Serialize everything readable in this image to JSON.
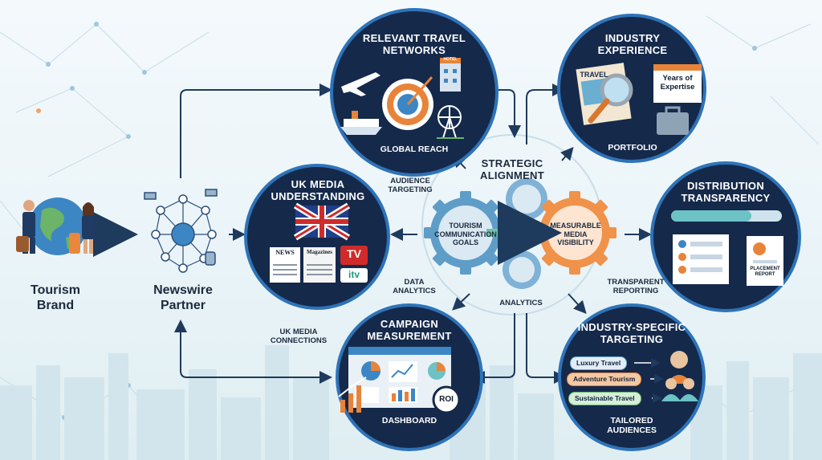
{
  "start": {
    "title": "Tourism\nBrand"
  },
  "partner": {
    "title": "Newswire\nPartner"
  },
  "center": {
    "title": "STRATEGIC\nALIGNMENT",
    "left_gear": "TOURISM\nCOMMUNICATION\nGOALS",
    "right_gear": "MEASURABLE\nMEDIA\nVISIBILITY",
    "bottom": "ANALYTICS"
  },
  "nodes": {
    "networks": {
      "title": "RELEVANT TRAVEL\nNETWORKS",
      "footer": "GLOBAL REACH",
      "badge": "HOTEL"
    },
    "experience": {
      "title": "INDUSTRY\nEXPERIENCE",
      "footer": "PORTFOLIO",
      "magazine": "TRAVEL",
      "years": "Years of\nExpertise"
    },
    "uk_media": {
      "title": "UK MEDIA\nUNDERSTANDING",
      "news": "NEWS",
      "magazines": "Magazines",
      "tv": "TV",
      "itv": "itv"
    },
    "distribution": {
      "title": "DISTRIBUTION\nTRANSPARENCY",
      "report": "PLACEMENT\nREPORT"
    },
    "campaign": {
      "title": "CAMPAIGN\nMEASUREMENT",
      "footer": "DASHBOARD",
      "roi": "ROI"
    },
    "targeting": {
      "title": "INDUSTRY-SPECIFIC\nTARGETING",
      "footer": "TAILORED\nAUDIENCES",
      "pills": [
        "Luxury Travel",
        "Adventure Tourism",
        "Sustainable Travel"
      ]
    }
  },
  "edge_labels": {
    "audience": "AUDIENCE\nTARGETING",
    "data": "DATA\nANALYTICS",
    "uk_connections": "UK MEDIA\nCONNECTIONS",
    "transparent": "TRANSPARENT\nREPORTING"
  },
  "colors": {
    "navy": "#15294b",
    "accent_blue": "#2e73b8",
    "gear_blue": "#5f9dc9",
    "gear_orange": "#f0924a",
    "arrow": "#1e3a5c"
  }
}
